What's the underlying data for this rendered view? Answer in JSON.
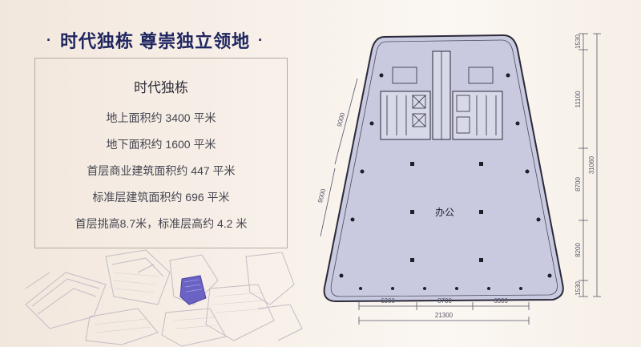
{
  "headline": {
    "prefix_dot": "·",
    "text": "时代独栋 尊崇独立领地",
    "suffix_dot": "·"
  },
  "info": {
    "title": "时代独栋",
    "lines": [
      "地上面积约 3400 平米",
      "地下面积约 1600 平米",
      "首层商业建筑面积约 447 平米",
      "标准层建筑面积约 696 平米",
      "首层挑高8.7米，标准层高约 4.2 米"
    ]
  },
  "floor_plan": {
    "room_label": "办公",
    "diagonal_dims": [
      "9000",
      "9000"
    ],
    "right_dims": [
      "1530",
      "11100",
      "8700",
      "8200",
      "1530"
    ],
    "right_total": "31060",
    "bottom_dims": [
      "6300",
      "8700",
      "6300"
    ],
    "bottom_total": "21300"
  },
  "colors": {
    "headline": "#1f2660",
    "floor_fill": "#c9cae0",
    "plan_stroke": "#2a2a3a",
    "highlight_building": "#6b63c4"
  }
}
